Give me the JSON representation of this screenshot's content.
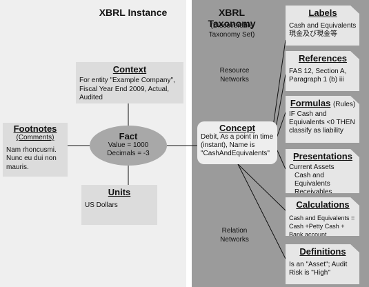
{
  "instance": {
    "title": "XBRL Instance",
    "context": {
      "heading": "Context",
      "text": "For entity \"Example Company\", Fiscal Year End 2009, Actual, Audited"
    },
    "footnotes": {
      "heading": "Footnotes",
      "subheading": "(Comments)",
      "text": "Nam rhoncusmi. Nunc eu dui non mauris."
    },
    "fact": {
      "heading": "Fact",
      "value_line": "Value = 1000",
      "decimals_line": "Decimals = -3"
    },
    "units": {
      "heading": "Units",
      "text": "US Dollars"
    }
  },
  "taxonomy": {
    "title": "XBRL Taxonomy",
    "subtitle_line1": "(Discoverable",
    "subtitle_line2": "Taxonomy Set)",
    "resource_line1": "Resource",
    "resource_line2": "Networks",
    "relation_line1": "Relation",
    "relation_line2": "Networks",
    "concept": {
      "heading": "Concept",
      "text": "Debit, As a point in time (instant), Name is \"CashAndEquivalents\""
    },
    "labels": {
      "heading": "Labels",
      "line1": "Cash and Equivalents",
      "line2": "現金及び現金等"
    },
    "references": {
      "heading": "References",
      "text": "FAS 12, Section A, Paragraph 1 (b) iii"
    },
    "formulas": {
      "heading": "Formulas",
      "rules": "(Rules)",
      "text": "IF Cash and Equivalents <0 THEN classify as liability"
    },
    "presentations": {
      "heading": "Presentations",
      "line1": "Current Assets",
      "line2": "Cash and Equivalents",
      "line3": "Receivables"
    },
    "calculations": {
      "heading": "Calculations",
      "text": "Cash and Equivalents = Cash +Petty Cash + Bank account"
    },
    "definitions": {
      "heading": "Definitions",
      "text": "Is an \"Asset\"; Audit Risk is \"High\""
    }
  }
}
